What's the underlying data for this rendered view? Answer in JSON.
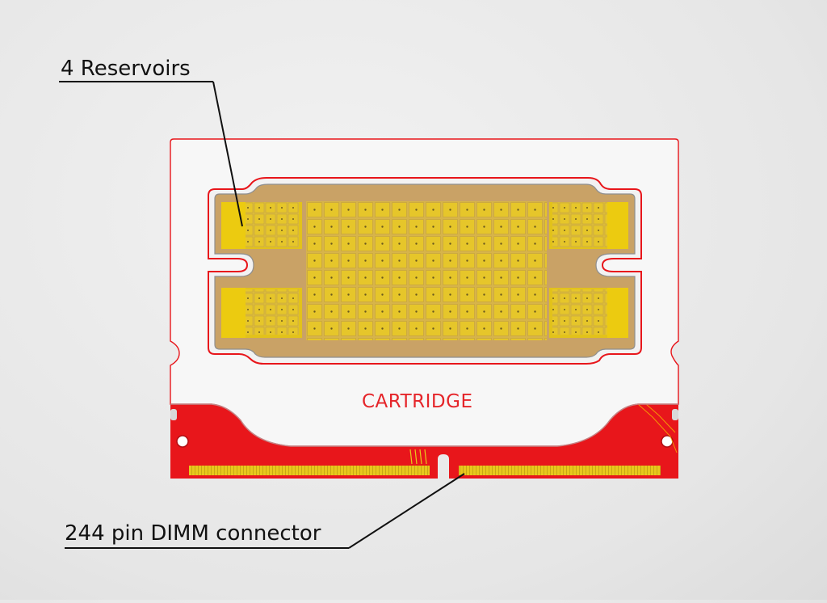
{
  "annotations": {
    "reservoirs_label": "4 Reservoirs",
    "connector_label": "244 pin DIMM connector"
  },
  "cartridge": {
    "label": "CARTRIDGE"
  },
  "colors": {
    "board_red": "#e8161b",
    "board_white": "#f7f7f7",
    "gold": "#e2c21a",
    "copper_bg": "#c9a266",
    "line": "#111111"
  }
}
